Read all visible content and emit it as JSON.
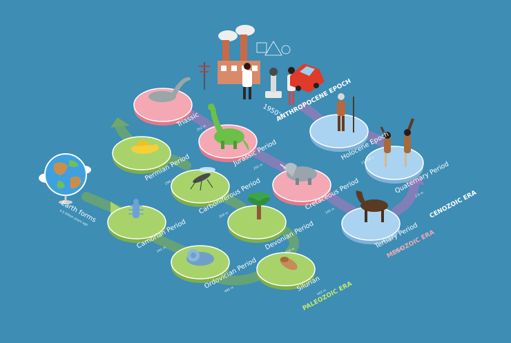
{
  "colors": {
    "background": "#3d8db5",
    "paleozoic": "#a8d36a",
    "mesozoic": "#f4a8b4",
    "cenozoic": "#a9d3f0",
    "path": "#7a6aa8",
    "path_green": "#6fa86a"
  },
  "start": {
    "label": "Earth forms",
    "sub": "4.5 billion years ago"
  },
  "periods": [
    {
      "id": "cambrian",
      "label": "Cambrian Period",
      "sub": "541 m",
      "era": "paleozoic",
      "icon": "trilobite-icon"
    },
    {
      "id": "ordovician",
      "label": "Ordovician Period",
      "sub": "485 m",
      "era": "paleozoic",
      "icon": "nautilus-icon"
    },
    {
      "id": "silurian",
      "label": "Silurian",
      "sub": "443 m",
      "era": "paleozoic",
      "icon": "fossil-icon"
    },
    {
      "id": "devonian",
      "label": "Devonian Period",
      "sub": "419 m",
      "era": "paleozoic",
      "icon": "palm-tree-icon"
    },
    {
      "id": "carboniferous",
      "label": "Carboniferous Period",
      "sub": "359 m",
      "era": "paleozoic",
      "icon": "mosquito-icon"
    },
    {
      "id": "permian",
      "label": "Permian Period",
      "sub": "299 m",
      "era": "paleozoic",
      "icon": "dimetrodon-icon"
    },
    {
      "id": "triassic",
      "label": "Triassic",
      "sub": "252 m",
      "era": "mesozoic",
      "icon": "plesiosaur-icon"
    },
    {
      "id": "jurassic",
      "label": "Jurassic Period",
      "sub": "201 m",
      "era": "mesozoic",
      "icon": "brontosaurus-icon"
    },
    {
      "id": "cretaceous",
      "label": "Cretaceous Period",
      "sub": "145 m",
      "era": "mesozoic",
      "icon": "triceratops-icon"
    },
    {
      "id": "tertiary",
      "label": "Tertiary Period",
      "sub": "66 m",
      "era": "cenozoic",
      "icon": "horse-icon"
    },
    {
      "id": "quaternary",
      "label": "Quaternary Period",
      "sub": "2.6 m",
      "era": "cenozoic",
      "icon": "cavemen-icon"
    },
    {
      "id": "holocene",
      "label": "Holocene Epoch",
      "sub": "11,700 y",
      "era": "cenozoic",
      "icon": "primitive-man-icon"
    }
  ],
  "anthropocene": {
    "label": "ANTHROPOCENE EPOCH",
    "year": "1950's"
  },
  "eras": {
    "paleozoic": "PALEOZOIC ERA",
    "mesozoic": "MESOZOIC ERA",
    "cenozoic": "CENOZOIC ERA"
  }
}
